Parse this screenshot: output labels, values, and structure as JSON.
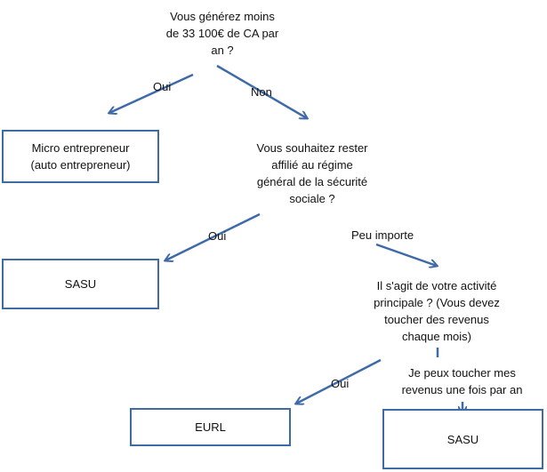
{
  "questions": {
    "q1": "Vous générez moins\nde 33 100€ de CA par\nan ?",
    "q2": "Vous souhaitez rester\naffilié au régime\ngénéral de la sécurité\nsociale ?",
    "q3": "Il s'agit de votre activité\nprincipale ? (Vous devez\ntoucher des revenus\nchaque mois)",
    "q4": "Je peux toucher mes\nrevenus une fois par an"
  },
  "labels": {
    "oui1": "Oui",
    "non1": "Non",
    "oui2": "Oui",
    "peu_importe": "Peu importe",
    "oui3": "Oui"
  },
  "boxes": {
    "micro": "Micro entrepreneur\n(auto entrepreneur)",
    "sasu1": "SASU",
    "eurl": "EURL",
    "sasu2": "SASU"
  },
  "colors": {
    "accent": "#3e6aa8",
    "text": "#111111"
  }
}
